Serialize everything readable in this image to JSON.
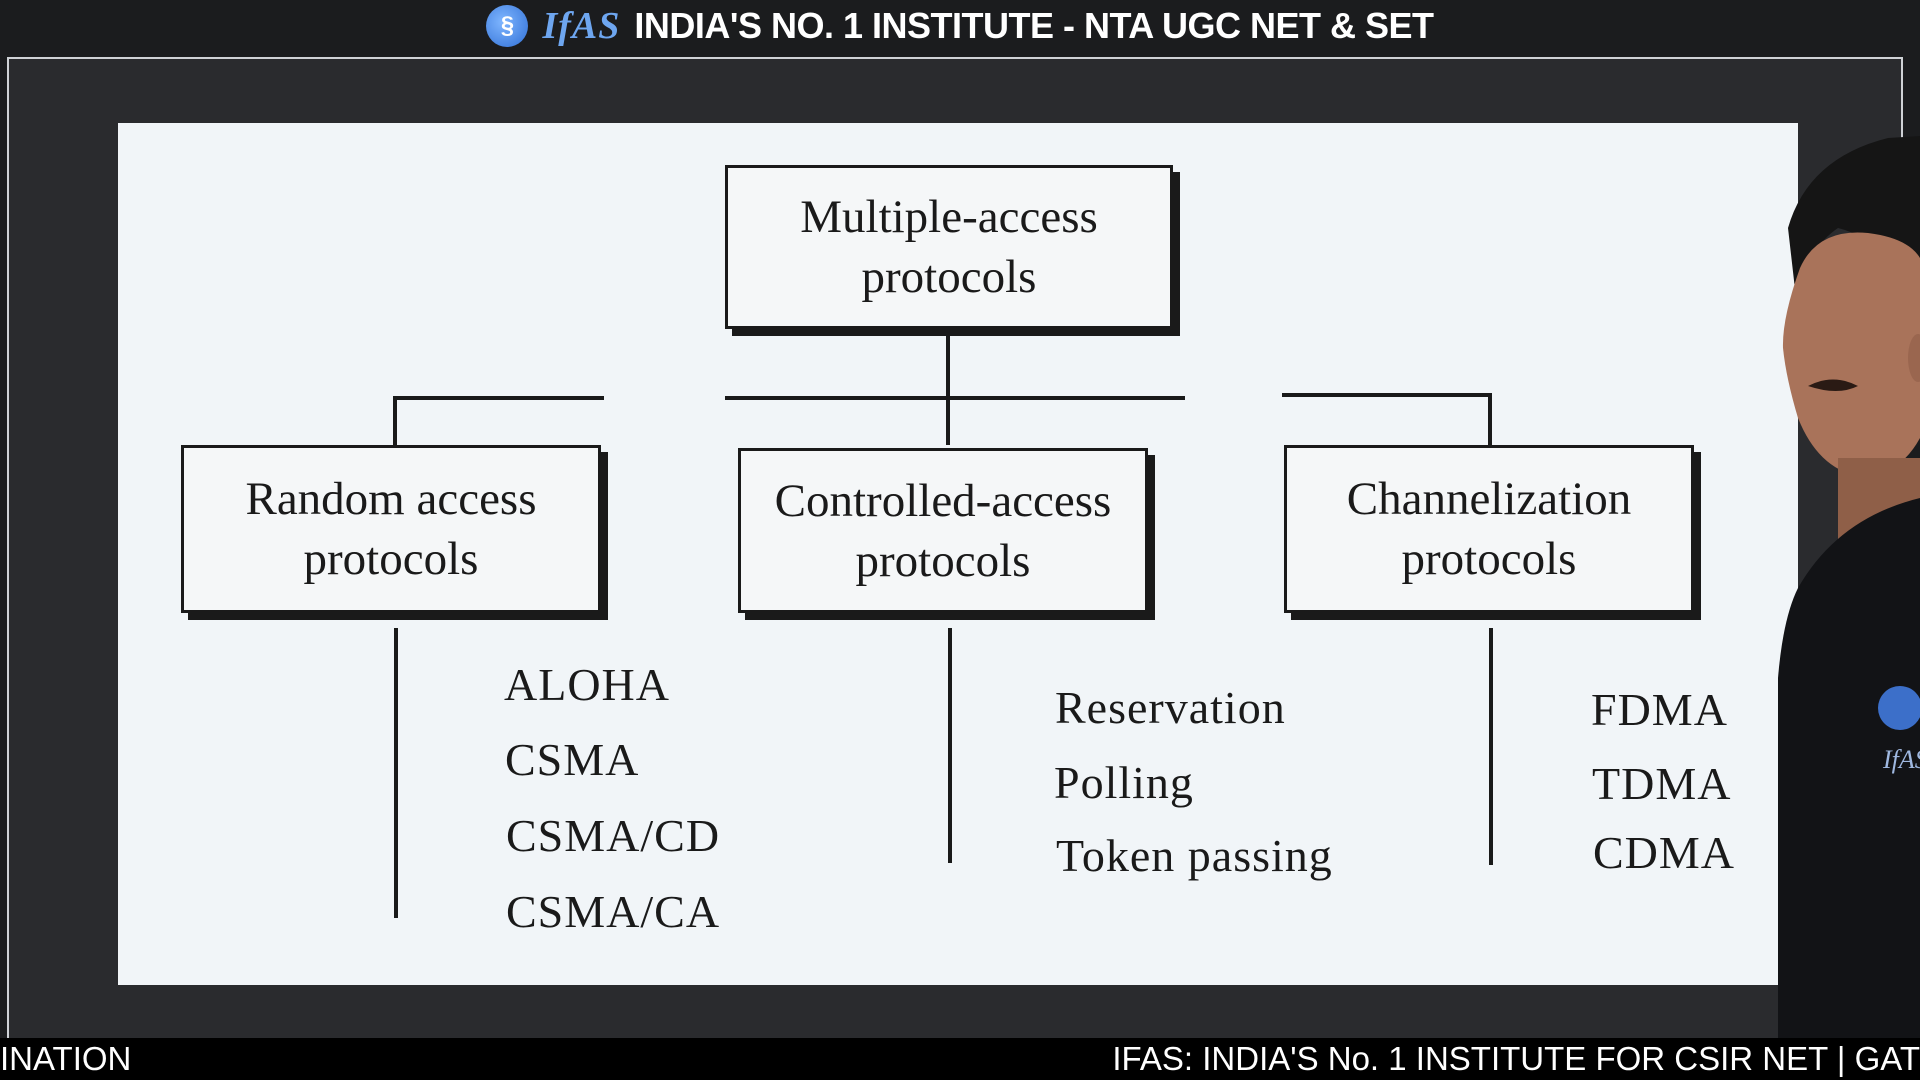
{
  "banner": {
    "logo_text": "IfAS",
    "title": "INDIA'S NO. 1 INSTITUTE - NTA UGC NET & SET"
  },
  "diagram": {
    "root": {
      "line1": "Multiple-access",
      "line2": "protocols"
    },
    "categories": [
      {
        "line1": "Random access",
        "line2": "protocols",
        "items": [
          "ALOHA",
          "CSMA",
          "CSMA/CD",
          "CSMA/CA"
        ]
      },
      {
        "line1": "Controlled-access",
        "line2": "protocols",
        "items": [
          "Reservation",
          "Polling",
          "Token passing"
        ]
      },
      {
        "line1": "Channelization",
        "line2": "protocols",
        "items": [
          "FDMA",
          "TDMA",
          "CDMA"
        ]
      }
    ]
  },
  "presenter": {
    "shirt_logo": "IfAS"
  },
  "ticker": {
    "left_text": "INATION",
    "right_text": "IFAS: INDIA'S No. 1  INSTITUTE FOR CSIR NET | GAT"
  }
}
